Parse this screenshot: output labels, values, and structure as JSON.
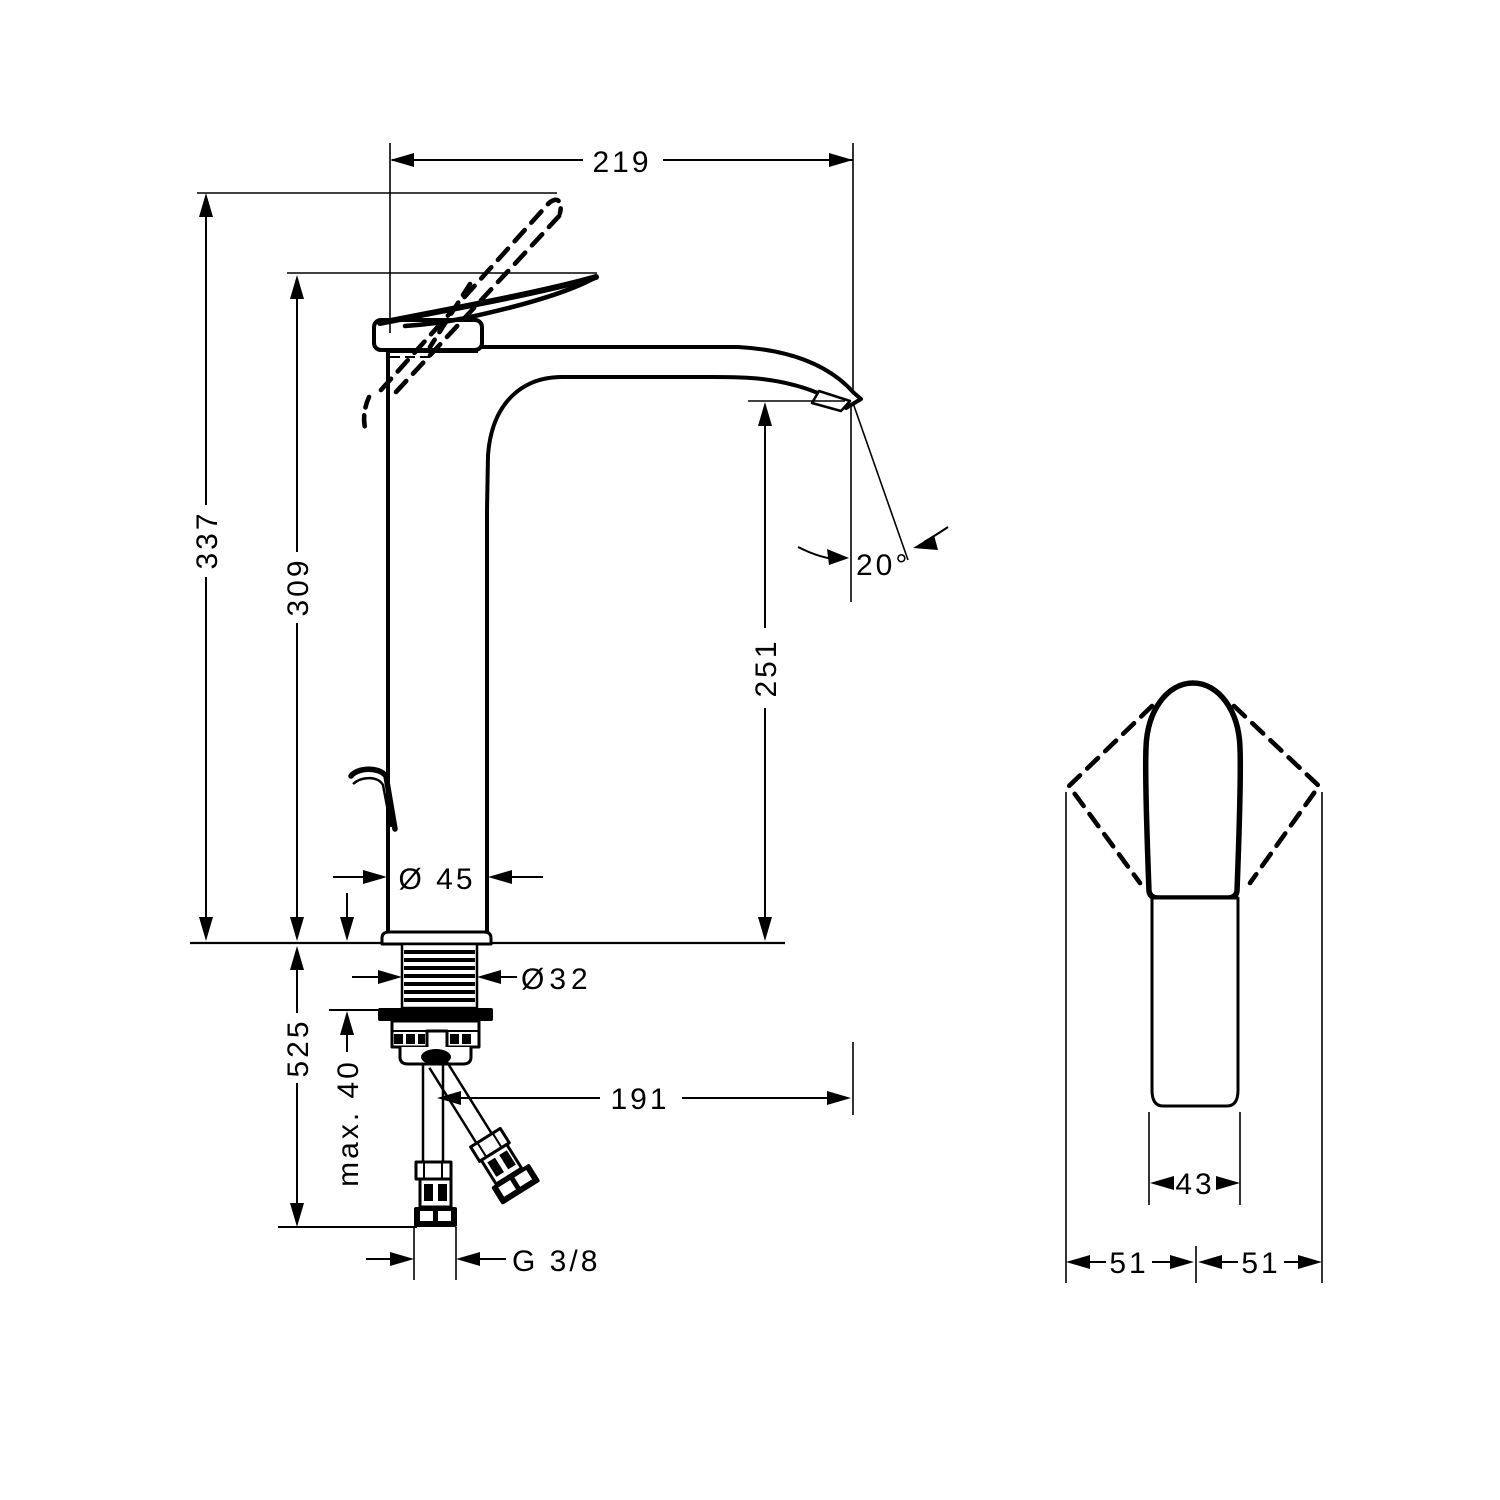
{
  "drawing": {
    "type": "technical-installation-diagram",
    "subject": "single-lever tall basin mixer faucet",
    "units": "mm",
    "colors": {
      "ink": "#000000",
      "background": "#ffffff"
    },
    "views": {
      "front": {
        "name": "front elevation with below-deck supply hoses"
      },
      "side": {
        "name": "side elevation with handle swing range (dashed)"
      }
    },
    "dimensions": {
      "spout_reach": {
        "label": "219"
      },
      "overall_height": {
        "label": "337"
      },
      "handle_height": {
        "label": "309"
      },
      "spout_angle": {
        "label": "20°"
      },
      "outlet_height": {
        "label": "251"
      },
      "body_diameter": {
        "label": "Ø 45"
      },
      "shank_diameter": {
        "label": "Ø32"
      },
      "supply_length": {
        "label": "525"
      },
      "max_deck_thickness": {
        "label": "max. 40"
      },
      "outlet_projection": {
        "label": "191"
      },
      "connection_thread": {
        "label": "G 3/8"
      },
      "body_width_side": {
        "label": "43"
      },
      "swing_width_left": {
        "label": "51"
      },
      "swing_width_right": {
        "label": "51"
      }
    }
  }
}
